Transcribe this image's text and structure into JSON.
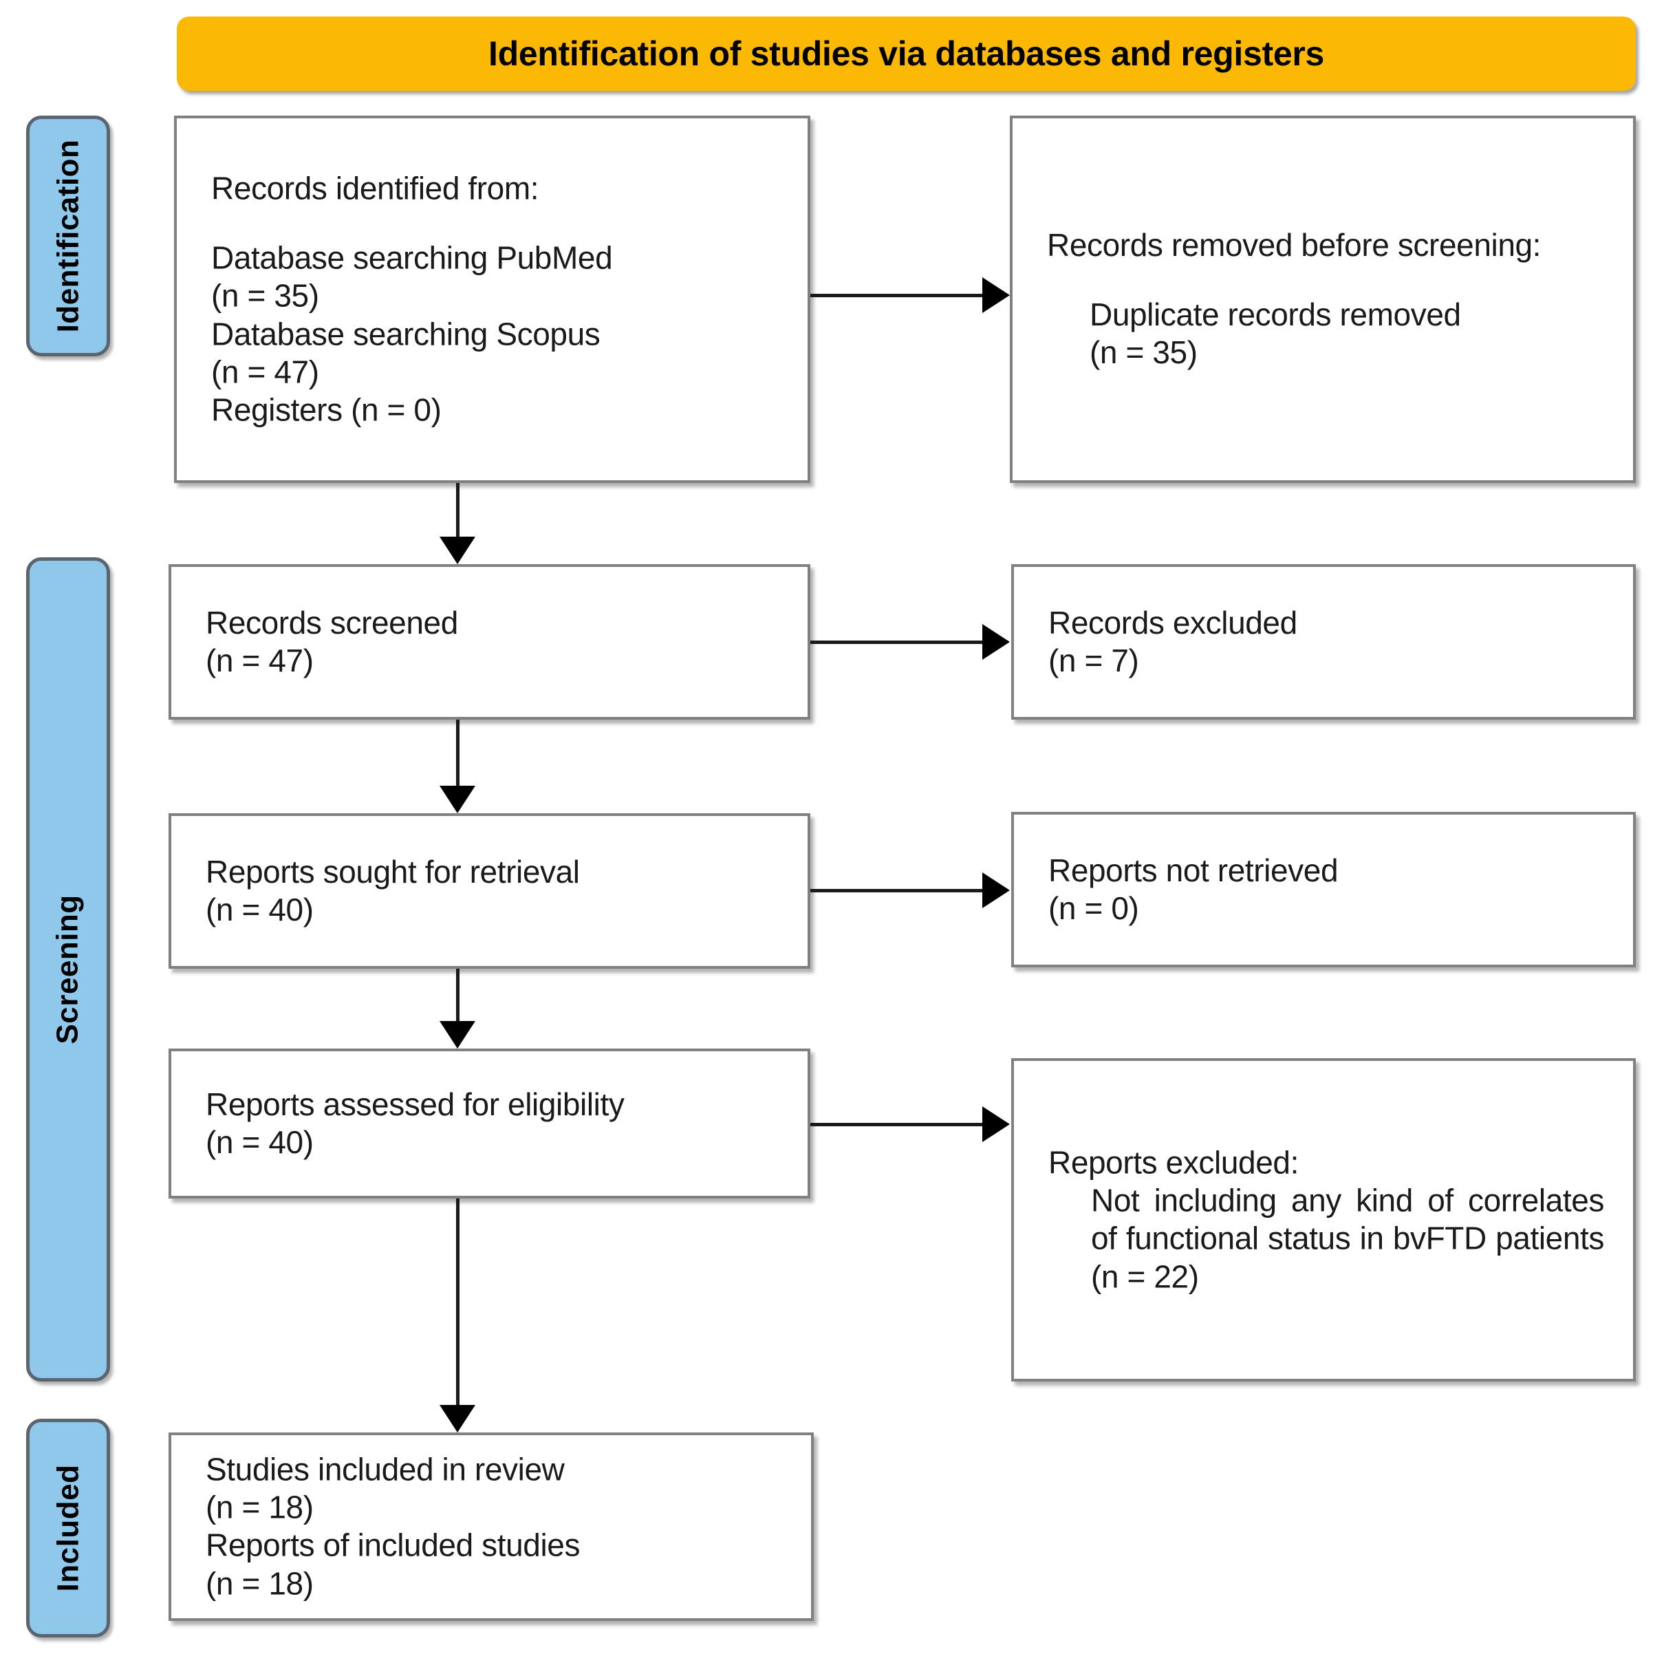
{
  "banner": {
    "title": "Identification of studies via databases and registers",
    "color": "#fbb905"
  },
  "stages": {
    "identification": "Identification",
    "screening": "Screening",
    "included": "Included",
    "color": "#8fc8ea",
    "border_color": "#5a6570"
  },
  "boxes": {
    "records_identified": {
      "heading": "Records identified from:",
      "line_pubmed": "Database searching PubMed",
      "line_pubmed_n": "(n = 35)",
      "line_scopus": "Database searching Scopus",
      "line_scopus_n": "(n = 47)",
      "line_registers": "Registers (n = 0)"
    },
    "records_removed": {
      "heading_plain": "Records removed ",
      "heading_italic": "before screening:",
      "item": "Duplicate records removed",
      "item_n": "(n = 35)"
    },
    "records_screened": {
      "label": "Records screened",
      "count": "(n = 47)"
    },
    "records_excluded": {
      "label": "Records excluded",
      "count": "(n = 7)"
    },
    "reports_sought": {
      "label": "Reports sought for retrieval",
      "count": "(n = 40)"
    },
    "reports_not_retrieved": {
      "label": "Reports not retrieved",
      "count": "(n = 0)"
    },
    "reports_assessed": {
      "label": "Reports assessed for eligibility",
      "count": "(n = 40)"
    },
    "reports_excluded": {
      "heading": "Reports excluded:",
      "reason": "Not including any kind of correlates of functional status in bvFTD patients (n = 22)"
    },
    "studies_included": {
      "label_studies": "Studies included in review",
      "count_studies": "(n = 18)",
      "label_reports": "Reports of included studies",
      "count_reports": "(n = 18)"
    }
  },
  "chart_data": {
    "type": "diagram",
    "title": "Identification of studies via databases and registers",
    "stages": [
      "Identification",
      "Screening",
      "Included"
    ],
    "nodes": [
      {
        "id": "records_identified",
        "stage": "Identification",
        "label": "Records identified from: Database searching PubMed (n = 35); Database searching Scopus (n = 47); Registers (n = 0)",
        "values": {
          "pubmed": 35,
          "scopus": 47,
          "registers": 0
        }
      },
      {
        "id": "records_removed",
        "stage": "Identification",
        "label": "Records removed before screening: Duplicate records removed (n = 35)",
        "values": {
          "duplicates_removed": 35
        }
      },
      {
        "id": "records_screened",
        "stage": "Screening",
        "label": "Records screened",
        "values": {
          "n": 47
        }
      },
      {
        "id": "records_excluded",
        "stage": "Screening",
        "label": "Records excluded",
        "values": {
          "n": 7
        }
      },
      {
        "id": "reports_sought",
        "stage": "Screening",
        "label": "Reports sought for retrieval",
        "values": {
          "n": 40
        }
      },
      {
        "id": "reports_not_retrieved",
        "stage": "Screening",
        "label": "Reports not retrieved",
        "values": {
          "n": 0
        }
      },
      {
        "id": "reports_assessed",
        "stage": "Screening",
        "label": "Reports assessed for eligibility",
        "values": {
          "n": 40
        }
      },
      {
        "id": "reports_excluded",
        "stage": "Screening",
        "label": "Reports excluded: Not including any kind of correlates of functional status in bvFTD patients",
        "values": {
          "n": 22
        }
      },
      {
        "id": "studies_included",
        "stage": "Included",
        "label": "Studies included in review (n = 18); Reports of included studies (n = 18)",
        "values": {
          "studies": 18,
          "reports": 18
        }
      }
    ],
    "edges": [
      {
        "from": "records_identified",
        "to": "records_removed",
        "direction": "right"
      },
      {
        "from": "records_identified",
        "to": "records_screened",
        "direction": "down"
      },
      {
        "from": "records_screened",
        "to": "records_excluded",
        "direction": "right"
      },
      {
        "from": "records_screened",
        "to": "reports_sought",
        "direction": "down"
      },
      {
        "from": "reports_sought",
        "to": "reports_not_retrieved",
        "direction": "right"
      },
      {
        "from": "reports_sought",
        "to": "reports_assessed",
        "direction": "down"
      },
      {
        "from": "reports_assessed",
        "to": "reports_excluded",
        "direction": "right"
      },
      {
        "from": "reports_assessed",
        "to": "studies_included",
        "direction": "down"
      }
    ]
  }
}
